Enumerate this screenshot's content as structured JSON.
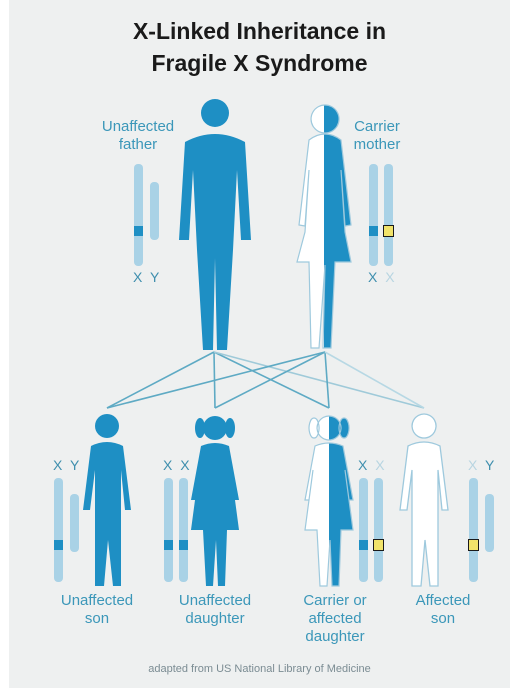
{
  "title": {
    "line1": "X-Linked Inheritance in",
    "line2": "Fragile X Syndrome"
  },
  "parents": {
    "father": {
      "label_line1": "Unaffected",
      "label_line2": "father",
      "chromosomes": "X Y"
    },
    "mother": {
      "label_line1": "Carrier",
      "label_line2": "mother",
      "chromosomes_dark": "X",
      "chromosomes_faint": "X"
    }
  },
  "children": [
    {
      "label_line1": "Unaffected",
      "label_line2": "son",
      "label_line3": "",
      "chromosomes": "X Y"
    },
    {
      "label_line1": "Unaffected",
      "label_line2": "daughter",
      "label_line3": "",
      "chromosomes": "X X"
    },
    {
      "label_line1": "Carrier or",
      "label_line2": "affected",
      "label_line3": "daughter",
      "chromosomes_dark": "X",
      "chromosomes_faint": "X"
    },
    {
      "label_line1": "Affected",
      "label_line2": "son",
      "label_line3": "",
      "chromosomes_faint": "X",
      "chromosomes_dark": "Y"
    }
  ],
  "credit": "adapted from US National Library of Medicine",
  "colors": {
    "blue": "#1e8fc4",
    "light_blue": "#a9d2e6",
    "mutation_yellow": "#f1e36a",
    "label_blue": "#3b97b9",
    "background": "#eef0f0"
  }
}
